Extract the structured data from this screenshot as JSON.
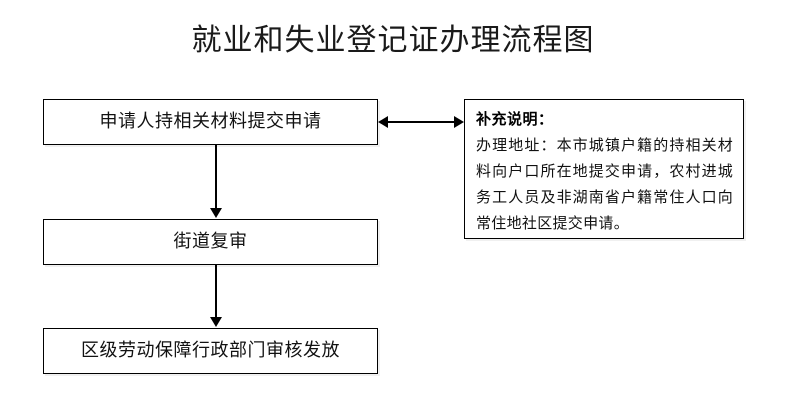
{
  "document": {
    "title": "就业和失业登记证办理流程图",
    "background_color": "#ffffff",
    "line_color": "#000000"
  },
  "flowchart": {
    "nodes": [
      {
        "id": "apply",
        "label": "申请人持相关材料提交申请"
      },
      {
        "id": "review",
        "label": "街道复审"
      },
      {
        "id": "issue",
        "label": "区级劳动保障行政部门审核发放"
      }
    ],
    "connectors": [
      {
        "id": "apply-review",
        "from": "apply",
        "to": "review",
        "direction": "down",
        "arrow": "single"
      },
      {
        "id": "review-issue",
        "from": "review",
        "to": "issue",
        "direction": "down",
        "arrow": "single"
      },
      {
        "id": "apply-note",
        "from": "apply",
        "to": "note",
        "direction": "horizontal",
        "arrow": "double"
      }
    ]
  },
  "note": {
    "heading": "补充说明：",
    "body": "办理地址：本市城镇户籍的持相关材料向户口所在地提交申请，农村进城务工人员及非湖南省户籍常住人口向常住地社区提交申请。"
  }
}
